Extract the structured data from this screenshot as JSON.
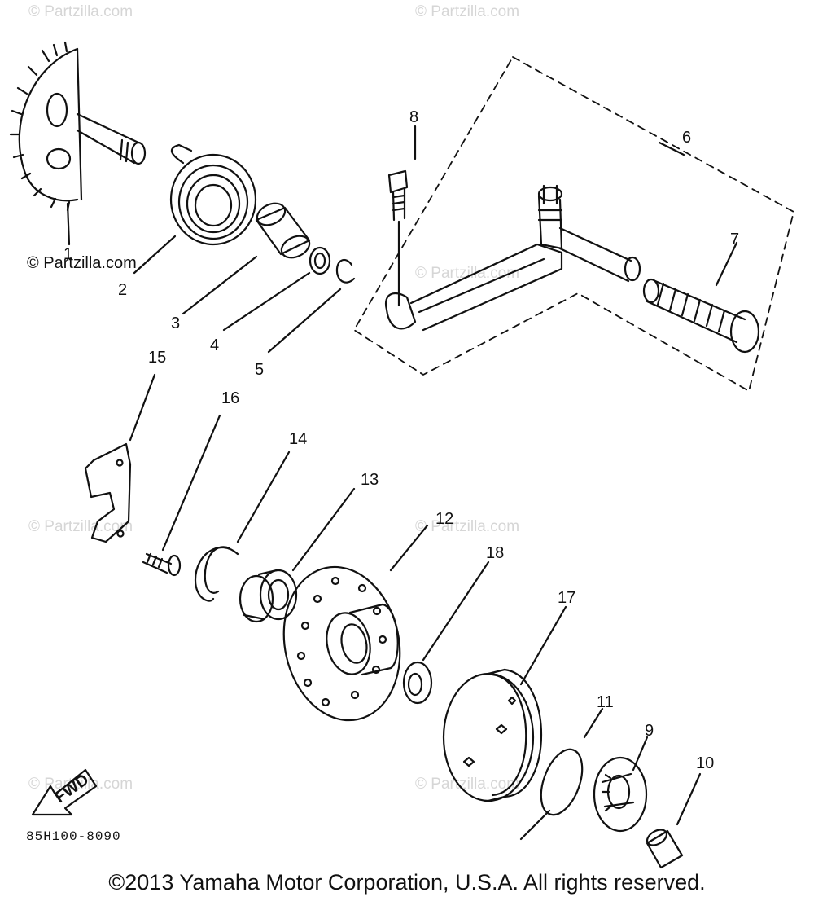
{
  "watermark": "© Partzilla.com",
  "brand_label": "© Partzilla.com",
  "fwd_label": "FWD",
  "part_code": "85H100-8090",
  "copyright": "©2013 Yamaha Motor Corporation, U.S.A. All rights reserved.",
  "callouts": [
    "1",
    "2",
    "3",
    "4",
    "5",
    "6",
    "7",
    "8",
    "9",
    "10",
    "11",
    "12",
    "13",
    "14",
    "15",
    "16",
    "17",
    "18"
  ]
}
